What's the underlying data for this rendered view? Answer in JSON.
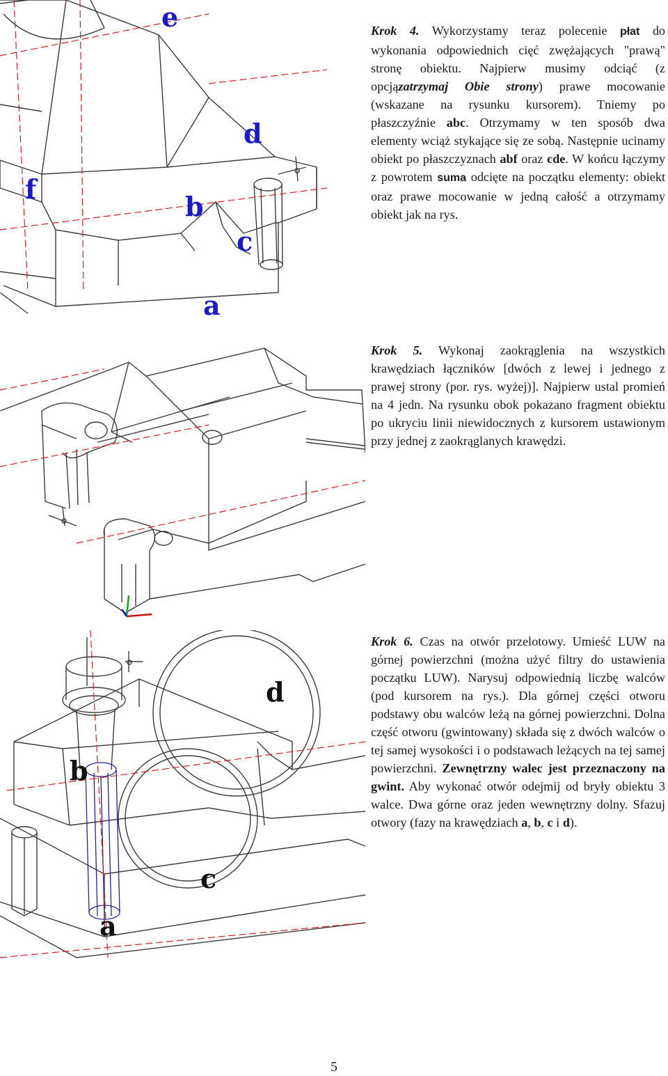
{
  "figures": {
    "fig1_labels": {
      "e": "e",
      "d": "d",
      "f": "f",
      "b": "b",
      "c": "c",
      "a": "a"
    },
    "fig3_labels": {
      "d": "d",
      "b": "b",
      "c": "c",
      "a": "a"
    },
    "label_color_fig1": "#1a1acc",
    "label_color_fig3": "#111111",
    "dash_color": "#d42020",
    "line_color": "#3a3a3a"
  },
  "step4": {
    "title": "Krok 4.",
    "p1": "Wykorzystamy teraz polecenie",
    "cmd1": "płat",
    "p2": "do wykonania odpowiednich cięć zwężających \"prawą\" stronę obiektu. Najpierw musimy odciąć (z opcją",
    "opt1": "zatrzymaj Obie strony",
    "p3": ") prawe mocowanie (wskazane na rysunku kursorem). Tniemy po płaszczyźnie",
    "abc": "abc",
    "p4": ". Otrzymamy w ten sposób dwa elementy wciąż stykające się ze sobą. Następnie ucinamy obiekt po płaszczyznach",
    "abf": "abf",
    "p5": "oraz",
    "cde": "cde",
    "p6": ". W końcu łączymy z powrotem",
    "cmd2": "suma",
    "p7": "odcięte na początku elementy: obiekt oraz prawe mocowanie w jedną całość a otrzymamy obiekt jak na rys."
  },
  "step5": {
    "title": "Krok 5.",
    "body": "Wykonaj zaokrąglenia na wszystkich krawędziach łączników [dwóch z lewej i jednego z prawej strony (por. rys. wyżej)]. Najpierw ustal promień na 4 jedn. Na rysunku obok pokazano fragment obiektu po ukryciu linii niewidocznych z kursorem ustawionym przy jednej z zaokrąglanych krawędzi."
  },
  "step6": {
    "title": "Krok 6.",
    "p1": "Czas na otwór przelotowy. Umieść LUW na górnej powierzchni (można użyć filtry do ustawienia początku LUW). Narysuj odpowiednią liczbę walców (pod kursorem na rys.). Dla górnej części otworu podstawy obu walców leżą na górnej powierzchni. Dolna część otworu (gwintowany) składa się z dwóch walców o tej samej wysokości i o podstawach leżących na tej samej powierzchni.",
    "bold": "Zewnętrzny walec jest przeznaczony na gwint.",
    "p2": "Aby wykonać otwór odejmij od bryły obiektu 3 walce. Dwa górne oraz jeden wewnętrzny dolny. Sfazuj otwory (fazy na krawędziach",
    "a": "a",
    "sep1": ",",
    "b": "b",
    "sep2": ",",
    "c": "c",
    "sep3": "i",
    "d": "d",
    "end": ")."
  },
  "page_number": "5"
}
